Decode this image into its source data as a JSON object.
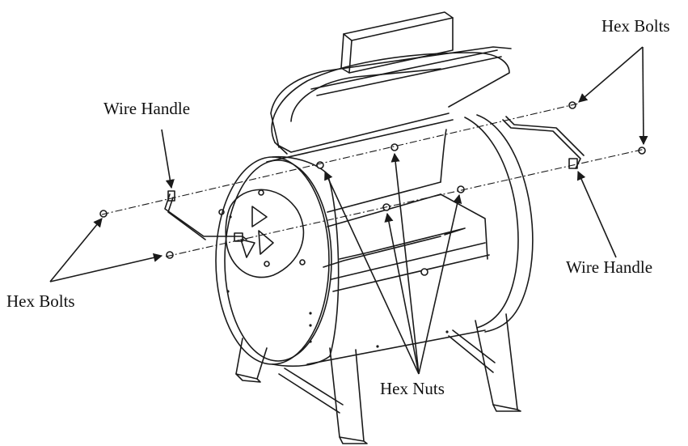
{
  "labels": {
    "hex_bolts_top_right": "Hex Bolts",
    "wire_handle_left": "Wire Handle",
    "wire_handle_right": "Wire Handle",
    "hex_bolts_left": "Hex Bolts",
    "hex_nuts": "Hex Nuts"
  },
  "colors": {
    "line": "#1a1a1a",
    "background": "#ffffff"
  }
}
